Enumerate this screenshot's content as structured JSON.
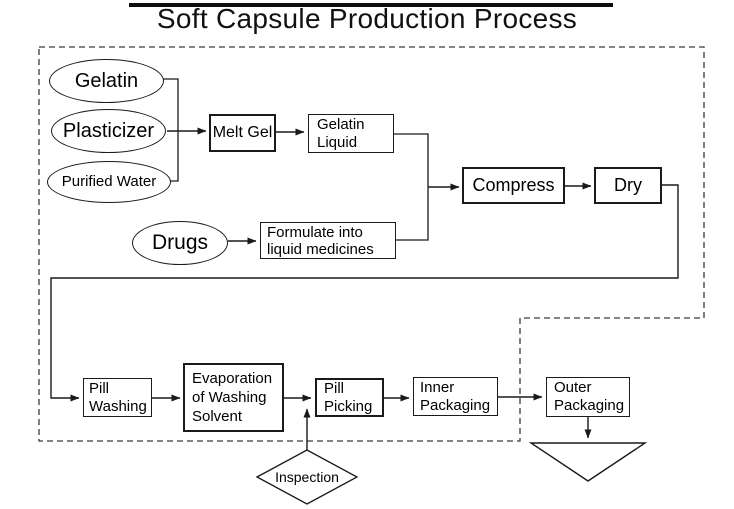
{
  "title": "Soft Capsule Production Process",
  "nodes": {
    "gelatin": {
      "label": "Gelatin",
      "shape": "ellipse"
    },
    "plasticizer": {
      "label": "Plasticizer",
      "shape": "ellipse"
    },
    "purified_water": {
      "label": "Purified Water",
      "shape": "ellipse"
    },
    "drugs": {
      "label": "Drugs",
      "shape": "ellipse"
    },
    "melt_gel": {
      "label": "Melt Gel",
      "shape": "process"
    },
    "gelatin_liquid": {
      "label": "Gelatin Liquid",
      "shape": "process"
    },
    "compress": {
      "label": "Compress",
      "shape": "process"
    },
    "dry": {
      "label": "Dry",
      "shape": "process"
    },
    "formulate": {
      "label": "Formulate into liquid medicines",
      "shape": "process"
    },
    "pill_washing": {
      "label": "Pill Washing",
      "shape": "process"
    },
    "evaporation": {
      "label": "Evaporation of Washing Solvent",
      "shape": "process"
    },
    "pill_picking": {
      "label": "Pill Picking",
      "shape": "process"
    },
    "inner_packaging": {
      "label": "Inner Packaging",
      "shape": "process"
    },
    "outer_packaging": {
      "label": "Outer Packaging",
      "shape": "process"
    },
    "inspection": {
      "label": "Inspection",
      "shape": "decision"
    },
    "storage": {
      "label": "",
      "shape": "inverted-triangle"
    }
  },
  "edges": [
    "gelatin -> melt_gel",
    "plasticizer -> melt_gel",
    "purified_water -> melt_gel",
    "melt_gel -> gelatin_liquid",
    "gelatin_liquid -> compress",
    "drugs -> formulate",
    "formulate -> compress",
    "compress -> dry",
    "dry -> pill_washing",
    "pill_washing -> evaporation",
    "evaporation -> pill_picking",
    "pill_picking -> inner_packaging",
    "inner_packaging -> outer_packaging",
    "outer_packaging -> storage",
    "inspection -> pill_picking"
  ],
  "colors": {
    "ink": "#1a1a1a",
    "background": "#ffffff",
    "dashed_border": "#3c3c3c"
  }
}
